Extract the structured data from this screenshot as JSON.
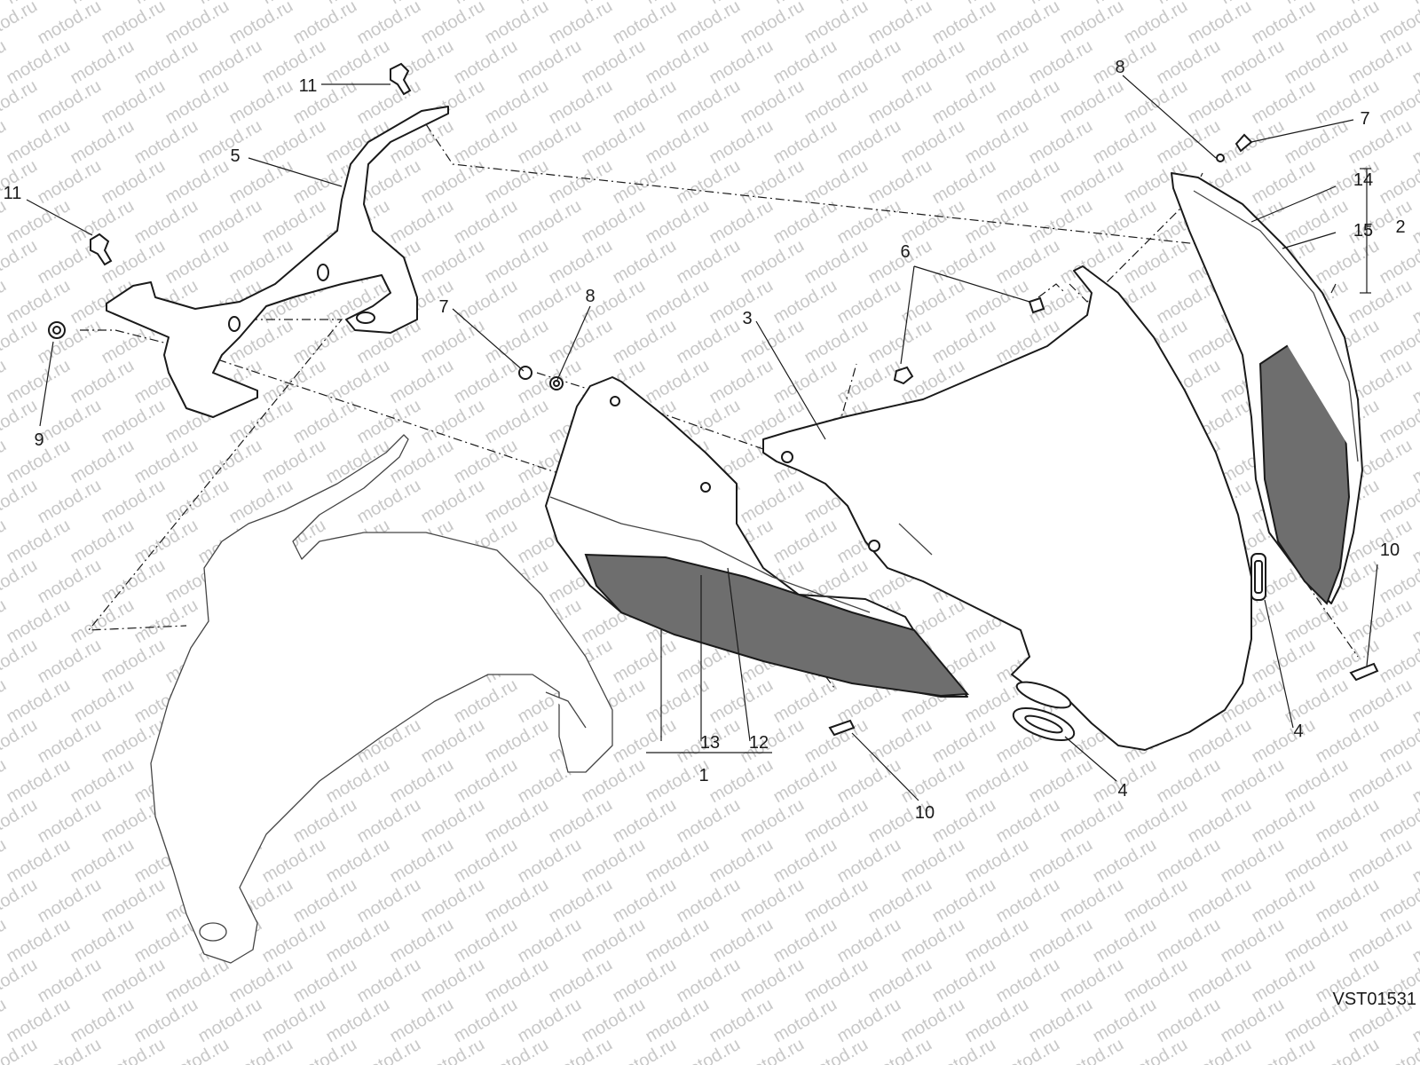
{
  "watermark": {
    "text": "motod.ru",
    "color": "#c8c8c8"
  },
  "diagram_code": "VST01531",
  "callouts": [
    {
      "id": "1",
      "label": "1"
    },
    {
      "id": "2",
      "label": "2"
    },
    {
      "id": "3",
      "label": "3"
    },
    {
      "id": "4a",
      "label": "4"
    },
    {
      "id": "4b",
      "label": "4"
    },
    {
      "id": "5",
      "label": "5"
    },
    {
      "id": "6",
      "label": "6"
    },
    {
      "id": "7a",
      "label": "7"
    },
    {
      "id": "7b",
      "label": "7"
    },
    {
      "id": "8a",
      "label": "8"
    },
    {
      "id": "8b",
      "label": "8"
    },
    {
      "id": "9",
      "label": "9"
    },
    {
      "id": "10a",
      "label": "10"
    },
    {
      "id": "10b",
      "label": "10"
    },
    {
      "id": "11a",
      "label": "11"
    },
    {
      "id": "11b",
      "label": "11"
    },
    {
      "id": "12",
      "label": "12"
    },
    {
      "id": "13",
      "label": "13"
    },
    {
      "id": "14",
      "label": "14"
    },
    {
      "id": "15",
      "label": "15"
    }
  ],
  "colors": {
    "line": "#1a1a1a",
    "panel_dark": "#6e6e6e",
    "background": "#ffffff"
  }
}
